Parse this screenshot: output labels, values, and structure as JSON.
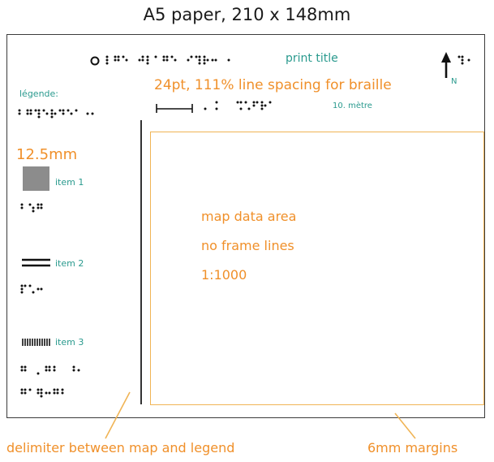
{
  "paper_title": "A5 paper, 210 x 148mm",
  "print_title": "print title",
  "north_label": "N",
  "spacing_note": "24pt, 111% line spacing for braille",
  "legend_heading": "légende:",
  "scale_label": "10. mètre",
  "margin_size_label": "12.5mm",
  "legend_items": [
    {
      "label": "item 1",
      "symbol": "gray-square"
    },
    {
      "label": "item 2",
      "symbol": "double-line"
    },
    {
      "label": "item 3",
      "symbol": "hatched-bars"
    }
  ],
  "map_area": {
    "line1": "map data area",
    "line2": "no frame lines",
    "line3": "1:1000"
  },
  "annotations": {
    "delimiter": "delimiter between map and legend",
    "margins": "6mm margins"
  },
  "colors": {
    "accent_orange": "#f0902a",
    "teal_text": "#2a9a8e",
    "map_frame": "#f0b455",
    "ink": "#111111"
  }
}
